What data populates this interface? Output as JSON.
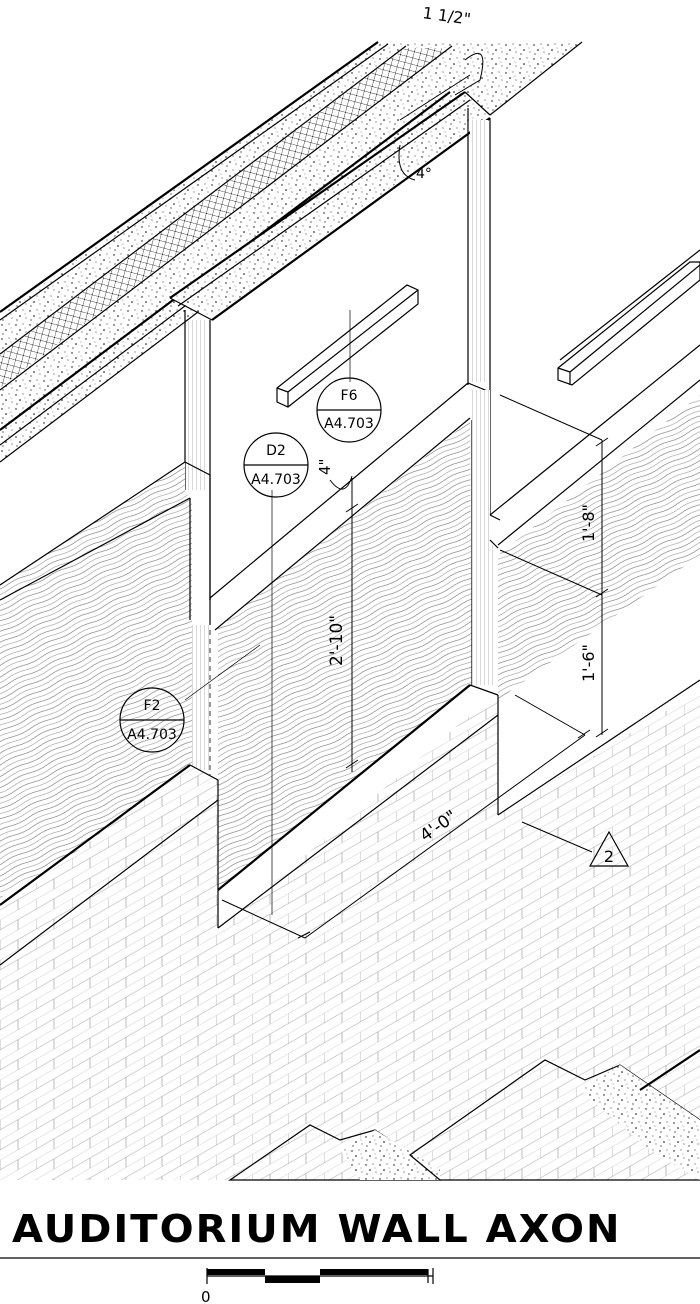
{
  "title": "AUDITORIUM WALL AXON",
  "scale_bar": {
    "zero_label": "0"
  },
  "dimensions": {
    "top_offset": "1 1/2\"",
    "angle": "4°",
    "cap": "4\"",
    "panel_height": "2'-10\"",
    "upper_height": "1'-8\"",
    "lower_height": "1'-6\"",
    "width": "4'-0\""
  },
  "detail_tags": [
    {
      "detail": "F6",
      "sheet": "A4.703"
    },
    {
      "detail": "D2",
      "sheet": "A4.703"
    },
    {
      "detail": "F2",
      "sheet": "A4.703"
    }
  ],
  "keynote": "2"
}
